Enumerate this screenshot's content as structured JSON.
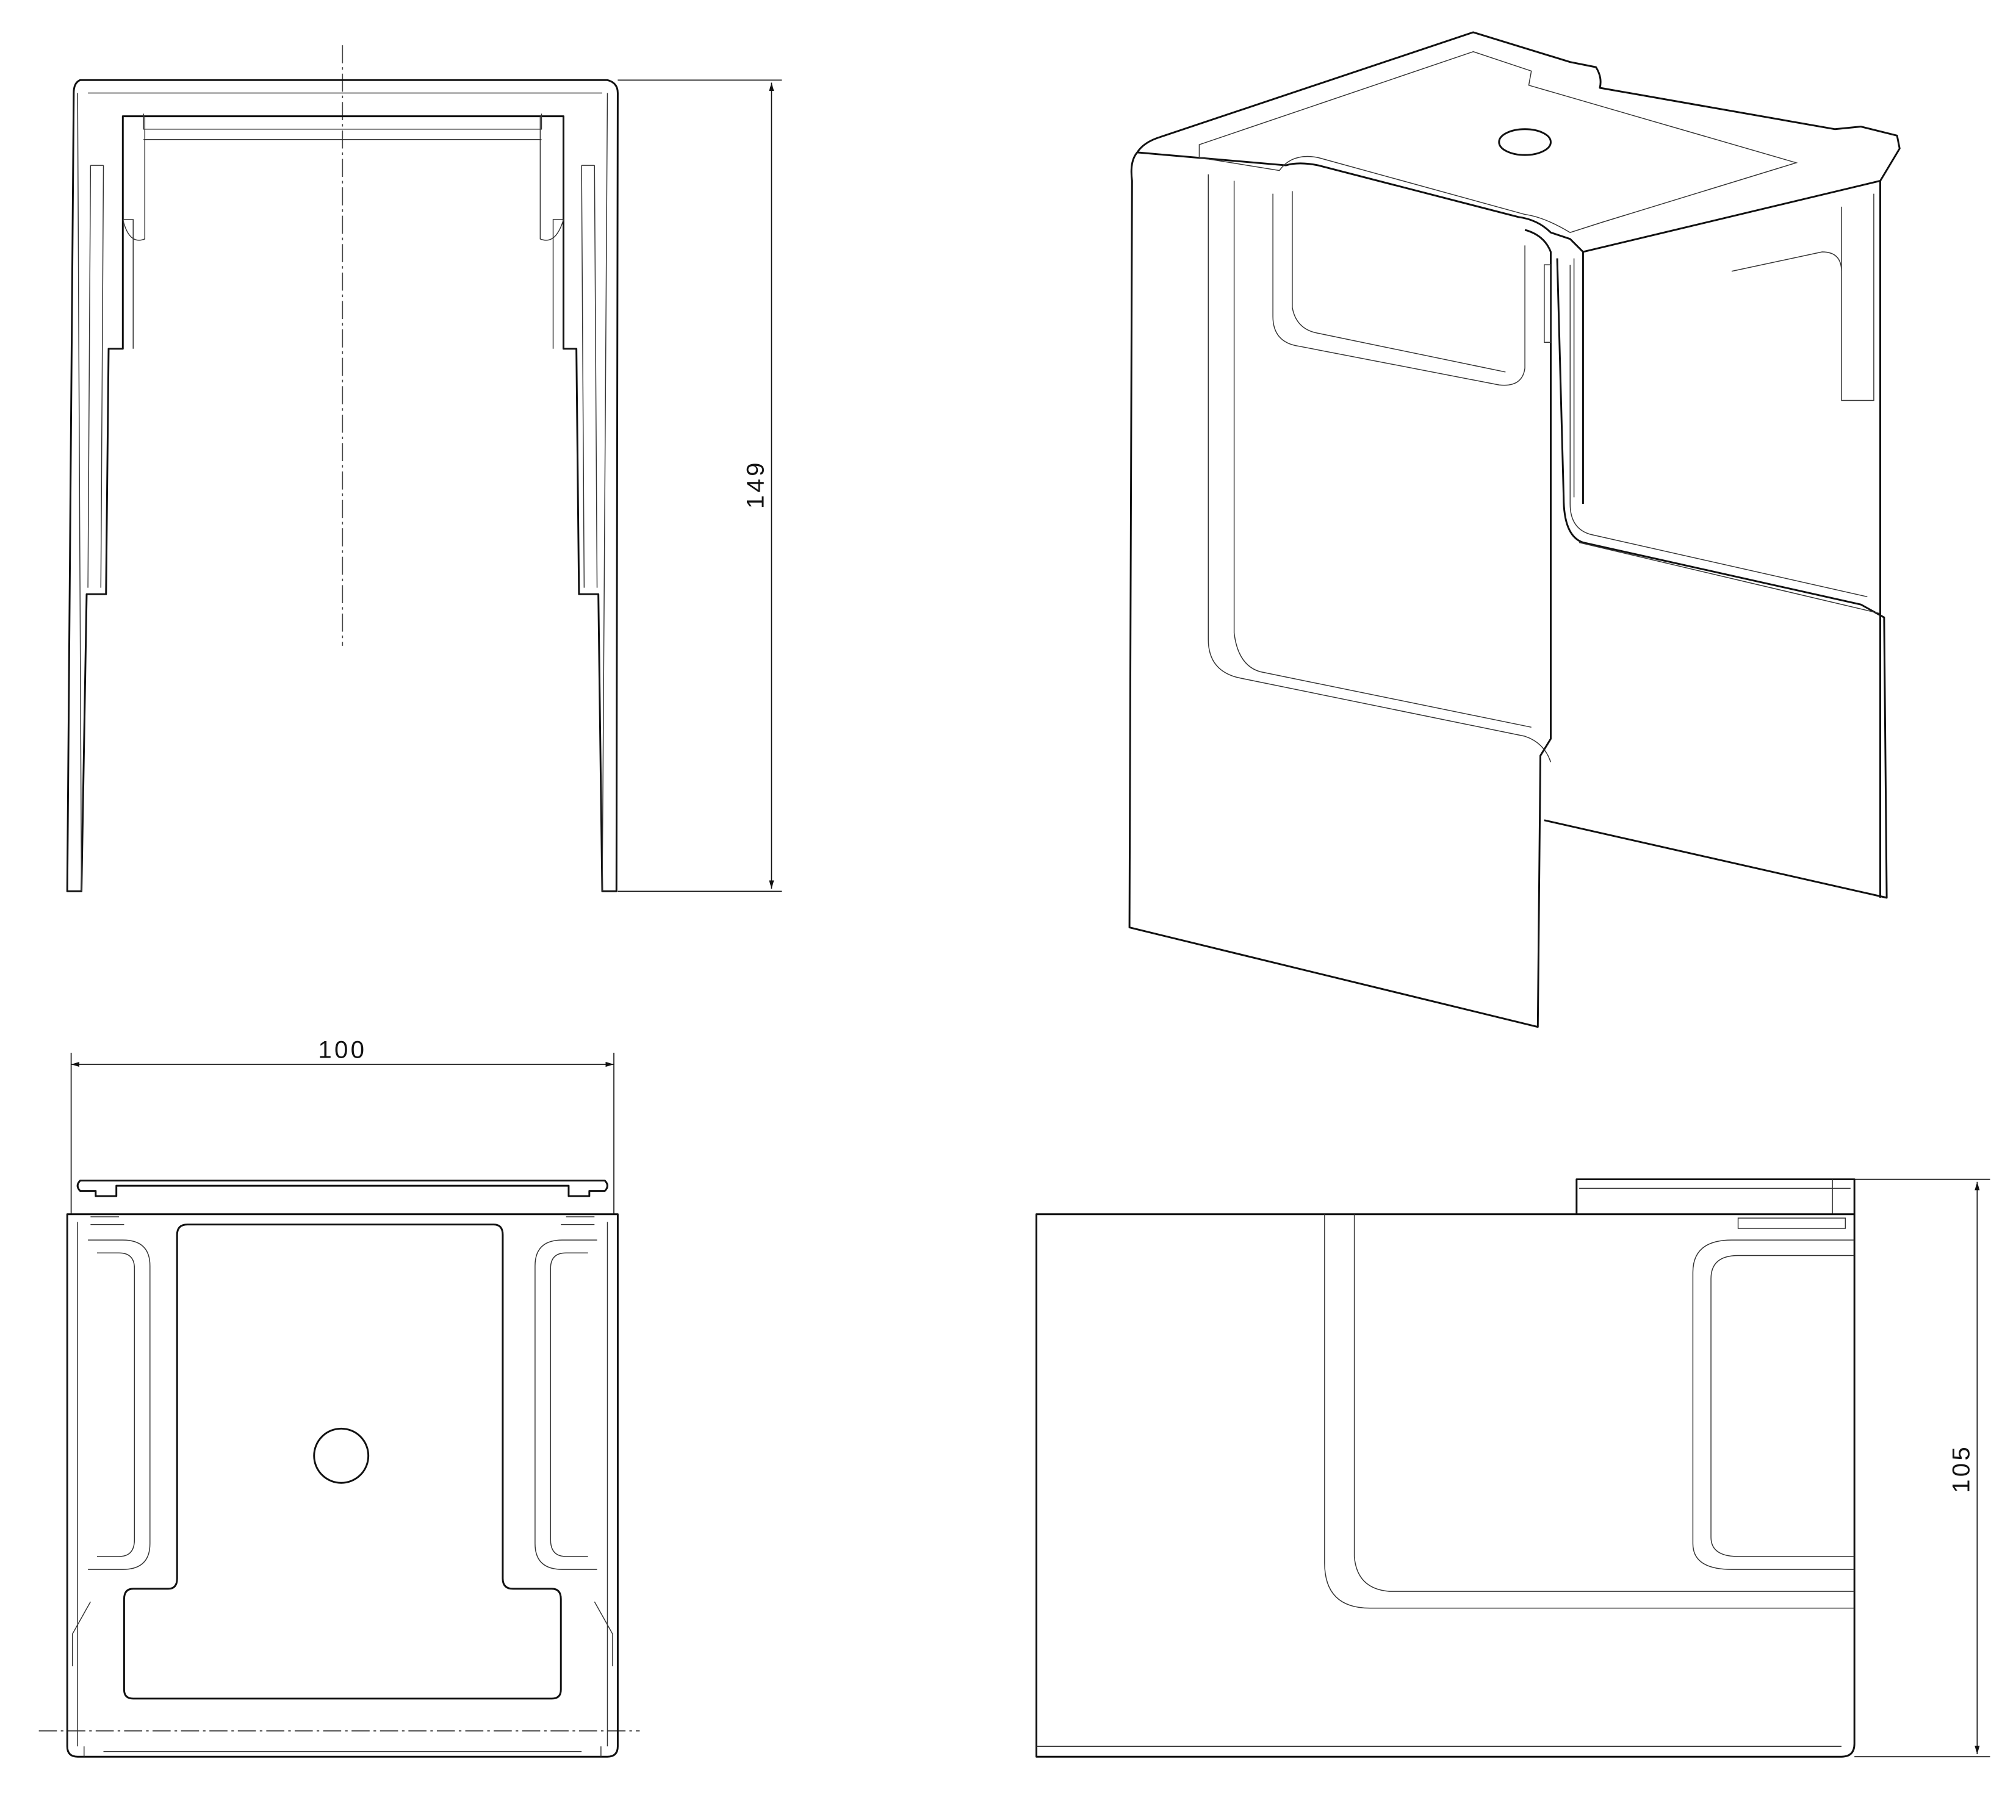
{
  "drawing": {
    "views": [
      "front-view",
      "isometric-view",
      "top-view",
      "side-view"
    ],
    "dimensions": {
      "height": "149",
      "width": "100",
      "depth": "105"
    },
    "line_color": "#111111",
    "background": "#ffffff"
  }
}
